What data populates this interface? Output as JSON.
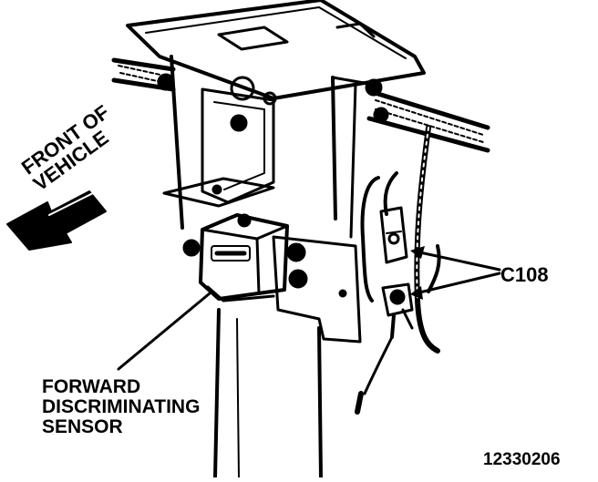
{
  "labels": {
    "front_line1": "FRONT OF",
    "front_line2": "VEHICLE",
    "sensor_line1": "FORWARD",
    "sensor_line2": "DISCRIMINATING",
    "sensor_line3": "SENSOR",
    "connector": "C108",
    "figure_number": "12330206"
  },
  "colors": {
    "ink": "#000000",
    "paper": "#ffffff"
  }
}
